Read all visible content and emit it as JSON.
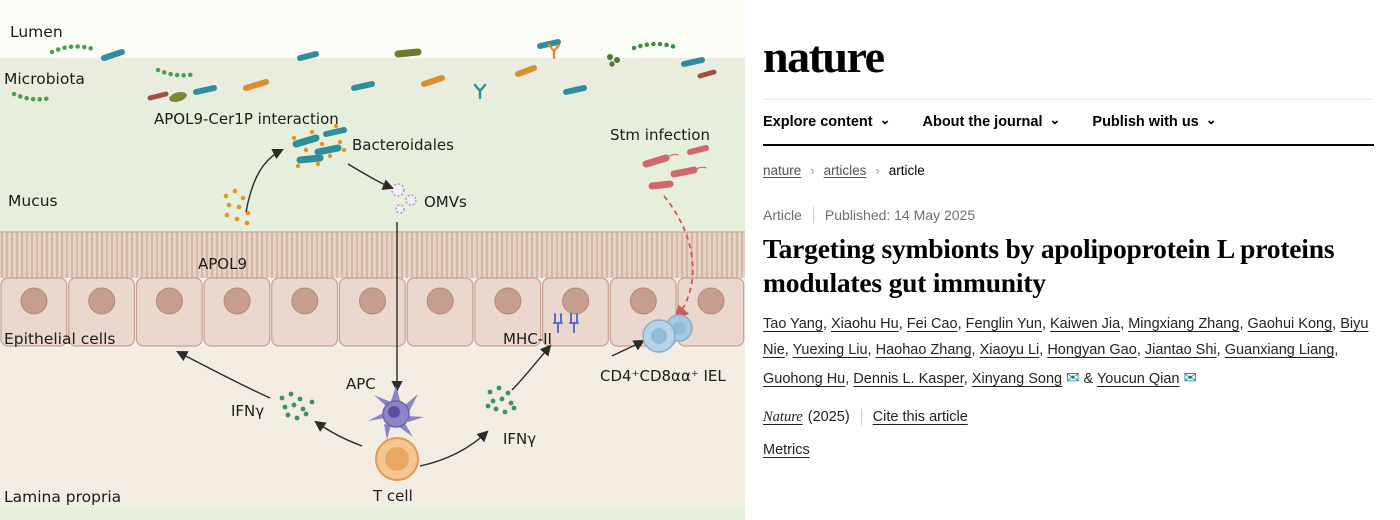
{
  "figure": {
    "labels": {
      "lumen": "Lumen",
      "microbiota": "Microbiota",
      "mucus": "Mucus",
      "epithelial_cells": "Epithelial cells",
      "lamina_propria": "Lamina propria",
      "apol9_cer1p": "APOL9-Cer1P interaction",
      "bacteroidales": "Bacteroidales",
      "omvs": "OMVs",
      "apol9": "APOL9",
      "stm_infection": "Stm infection",
      "mhc_ii": "MHC-II",
      "iel": "CD4⁺CD8αα⁺ IEL",
      "apc": "APC",
      "ifng_left": "IFNγ",
      "ifng_right": "IFNγ",
      "t_cell": "T cell"
    },
    "colors": {
      "mucus_green": "#e6efdb",
      "epithelium_pink": "#ead7cd",
      "stm_red": "#cf686c",
      "apol9_orange": "#e0971f",
      "ifng_green": "#3f9358",
      "iel_blue": "#b6d4e6",
      "apc_purple": "#8d84c6",
      "tcell_orange": "#f3c693"
    }
  },
  "site": {
    "logo": "nature",
    "nav": [
      {
        "label": "Explore content"
      },
      {
        "label": "About the journal"
      },
      {
        "label": "Publish with us"
      }
    ],
    "breadcrumb": [
      {
        "label": "nature"
      },
      {
        "label": "articles"
      },
      {
        "label": "article"
      }
    ]
  },
  "article": {
    "type_label": "Article",
    "published": "Published: 14 May 2025",
    "title": "Targeting symbionts by apolipoprotein L proteins modulates gut immunity",
    "authors": [
      {
        "name": "Tao Yang"
      },
      {
        "name": "Xiaohu Hu"
      },
      {
        "name": "Fei Cao"
      },
      {
        "name": "Fenglin Yun"
      },
      {
        "name": "Kaiwen Jia"
      },
      {
        "name": "Mingxiang Zhang"
      },
      {
        "name": "Gaohui Kong"
      },
      {
        "name": "Biyu Nie"
      },
      {
        "name": "Yuexing Liu"
      },
      {
        "name": "Haohao Zhang"
      },
      {
        "name": "Xiaoyu Li"
      },
      {
        "name": "Hongyan Gao"
      },
      {
        "name": "Jiantao Shi"
      },
      {
        "name": "Guanxiang Liang"
      },
      {
        "name": "Guohong Hu"
      },
      {
        "name": "Dennis L. Kasper"
      },
      {
        "name": "Xinyang Song",
        "email": true
      },
      {
        "name": "Youcun Qian",
        "email": true
      }
    ],
    "journal": "Nature",
    "year": "(2025)",
    "cite": "Cite this article",
    "metrics": "Metrics"
  },
  "icons": {
    "chevron_down": "⌄",
    "breadcrumb_separator": "›",
    "email": "✉"
  }
}
